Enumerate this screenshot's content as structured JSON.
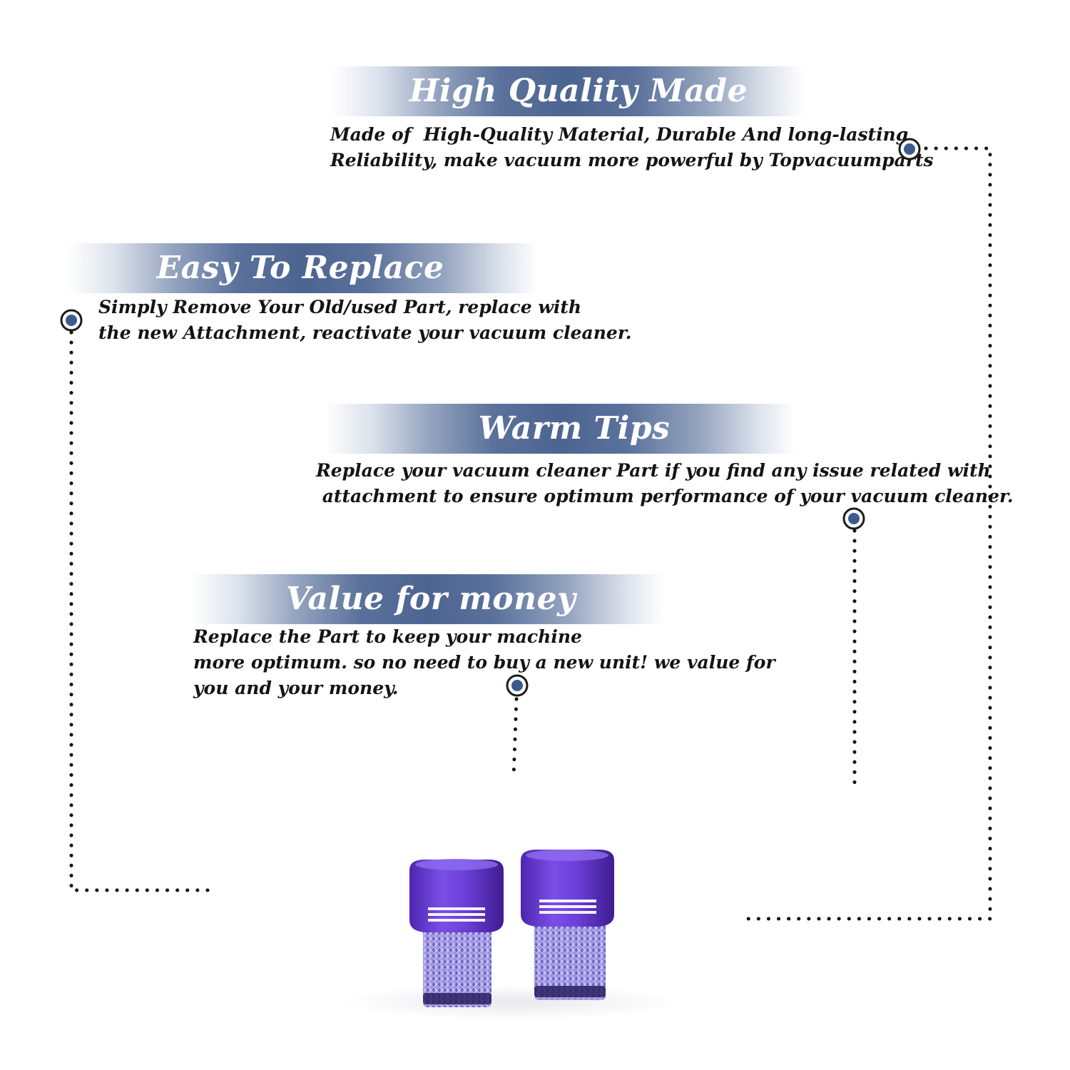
{
  "sections": [
    {
      "title": "High Quality Made",
      "lines": [
        "Made of  High-Quality Material, Durable And long-lasting",
        "Reliability, make vacuum more powerful by Topvacuumparts"
      ]
    },
    {
      "title": "Easy To Replace",
      "lines": [
        "Simply Remove Your Old/used Part, replace with",
        "the new Attachment, reactivate your vacuum cleaner."
      ]
    },
    {
      "title": "Warm Tips",
      "lines": [
        "Replace your vacuum cleaner Part if you find any issue related with",
        " attachment to ensure optimum performance of your vacuum cleaner."
      ]
    },
    {
      "title": "Value for money",
      "lines": [
        "Replace the Part to keep your machine",
        "more optimum. so no need to buy a new unit! we value for",
        "you and your money."
      ]
    }
  ],
  "colors": {
    "banner": "#4c6590",
    "marker": "#3d5a8f",
    "dots": "#111111",
    "filter_cap": "#6a3fd6",
    "filter_mesh": "#8a7ce0"
  },
  "icons": [
    "connector-marker-icon",
    "vacuum-filter-image"
  ]
}
